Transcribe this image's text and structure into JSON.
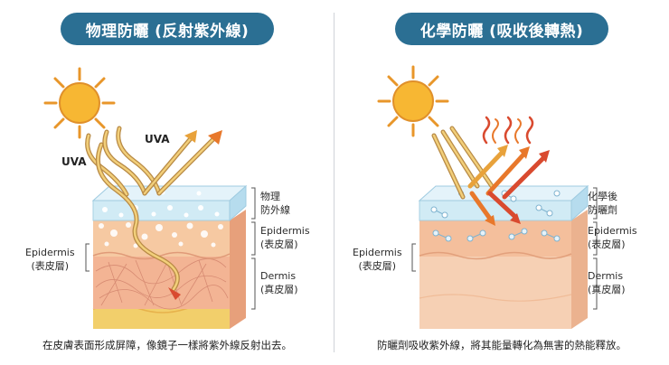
{
  "left": {
    "title": "物理防曬 (反射紫外線)",
    "ray_labels": [
      "UVA",
      "UVA"
    ],
    "sunscreen_label": [
      "物理",
      "防外線"
    ],
    "epidermis_left": [
      "Epidermis",
      "(表皮層)"
    ],
    "epidermis_right": [
      "Epidermis",
      "(表皮層)"
    ],
    "dermis_right": [
      "Dermis",
      "(真皮層)"
    ],
    "caption": "在皮膚表面形成屏障，像鏡子一樣將紫外線反射出去。"
  },
  "right": {
    "title": "化學防曬 (吸收後轉熱)",
    "sunscreen_label": [
      "化學後",
      "防曬劑"
    ],
    "epidermis_left": [
      "Epidermis",
      "(表皮層)"
    ],
    "epidermis_right": [
      "Epidermis",
      "(表皮層)"
    ],
    "dermis_right": [
      "Dermis",
      "(真皮層)"
    ],
    "caption": "防曬劑吸收紫外線，將其能量轉化為無害的熱能釋放。"
  },
  "colors": {
    "title_pill": "#2b6f93",
    "sun": "#f5a623",
    "arrow_orange": "#e8782b",
    "arrow_red": "#d94a2f",
    "skin_top": "#f6c9a2",
    "skin_dermis": "#f3b494",
    "fat": "#f2cf6b",
    "glass": "#cde9f5"
  }
}
